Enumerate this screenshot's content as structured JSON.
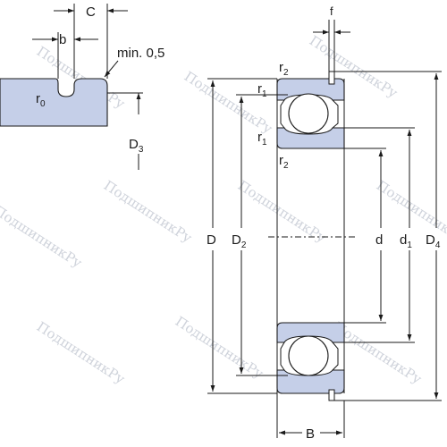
{
  "watermark": "ПодшипникРу",
  "detail": {
    "label_c": "C",
    "label_b": "b",
    "label_min": "min. 0,5",
    "label_r0": "r",
    "label_r0_sub": "0",
    "label_d3": "D",
    "label_d3_sub": "3"
  },
  "bearing": {
    "label_f": "f",
    "label_r1": "r",
    "label_r1_sub": "1",
    "label_r2": "r",
    "label_r2_sub": "2",
    "label_D": "D",
    "label_D2": "D",
    "label_D2_sub": "2",
    "label_d": "d",
    "label_d1": "d",
    "label_d1_sub": "1",
    "label_D4": "D",
    "label_D4_sub": "4",
    "label_B": "B"
  }
}
